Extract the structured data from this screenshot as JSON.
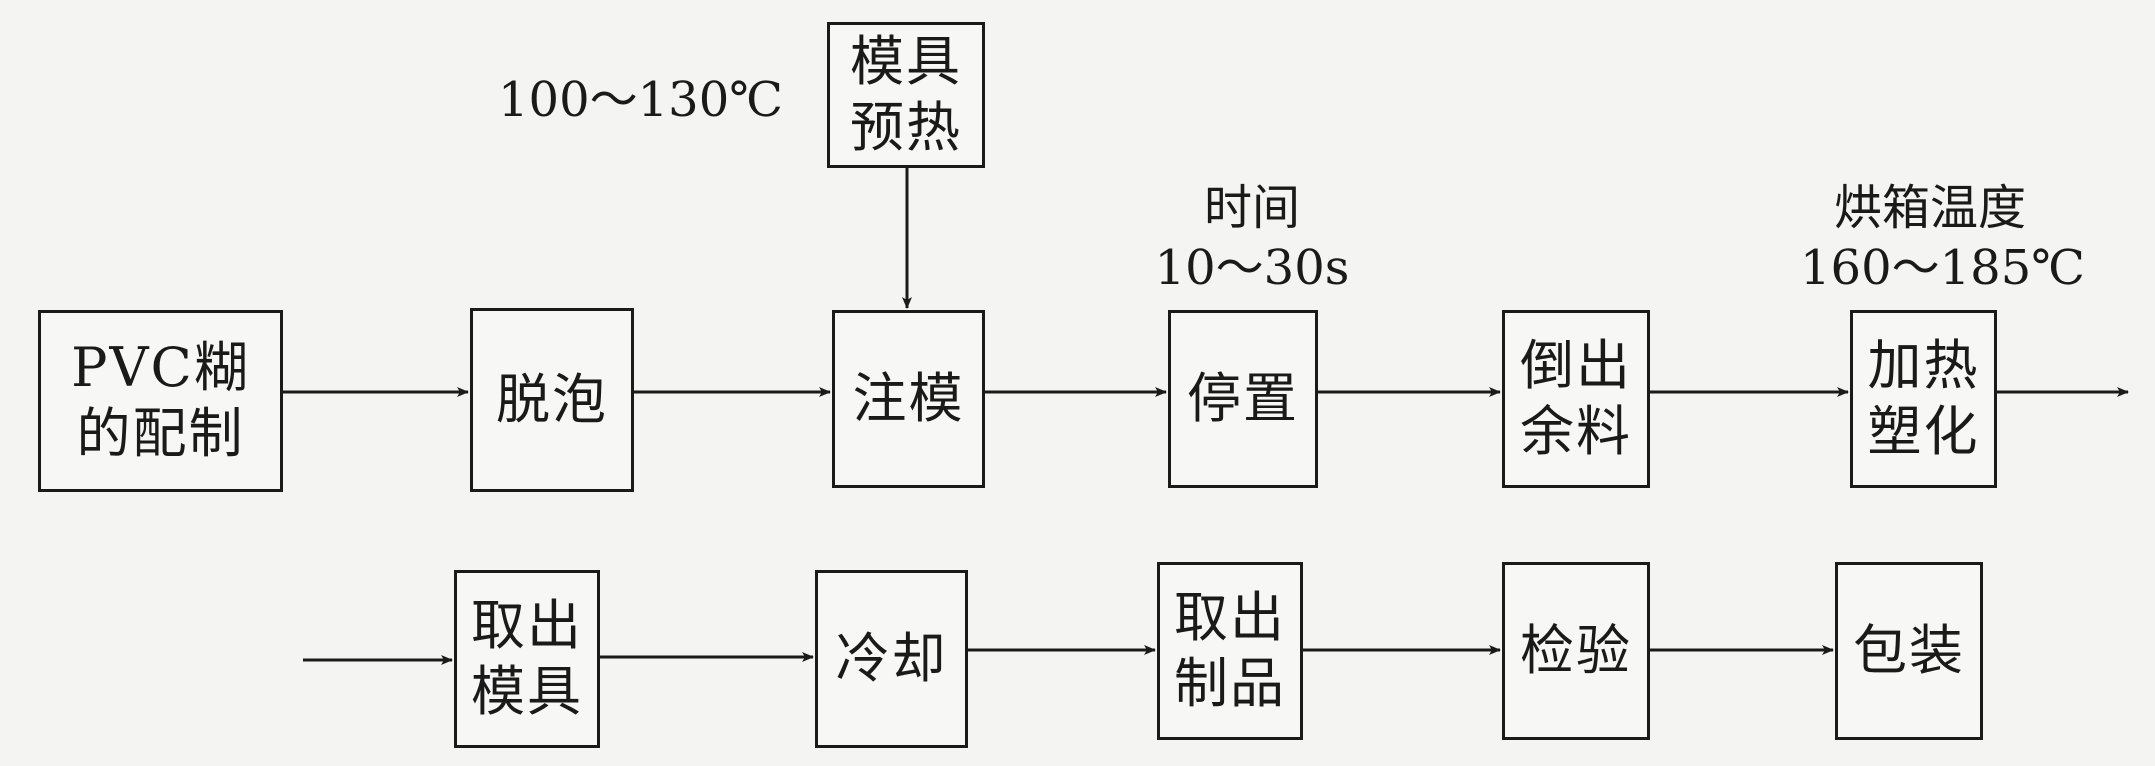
{
  "diagram": {
    "nodes": {
      "pvc": "PVC糊\n的配制",
      "degas": "脱泡",
      "preheat": "模具\n预热",
      "inject": "注模",
      "hold": "停置",
      "pour": "倒出\n余料",
      "heat": "加热\n塑化",
      "remove_mold": "取出\n模具",
      "cool": "冷却",
      "remove_product": "取出\n制品",
      "inspect": "检验",
      "pack": "包装"
    },
    "annotations": {
      "preheat_temp": "100～130℃",
      "hold_time_label": "时间",
      "hold_time_value": "10～30s",
      "oven_temp_label": "烘箱温度",
      "oven_temp_value": "160～185℃"
    },
    "edges": [
      [
        "pvc",
        "degas"
      ],
      [
        "degas",
        "inject"
      ],
      [
        "preheat",
        "inject"
      ],
      [
        "inject",
        "hold"
      ],
      [
        "hold",
        "pour"
      ],
      [
        "pour",
        "heat"
      ],
      [
        "heat",
        "continues"
      ],
      [
        "incoming",
        "remove_mold"
      ],
      [
        "remove_mold",
        "cool"
      ],
      [
        "cool",
        "remove_product"
      ],
      [
        "remove_product",
        "inspect"
      ],
      [
        "inspect",
        "pack"
      ]
    ]
  }
}
